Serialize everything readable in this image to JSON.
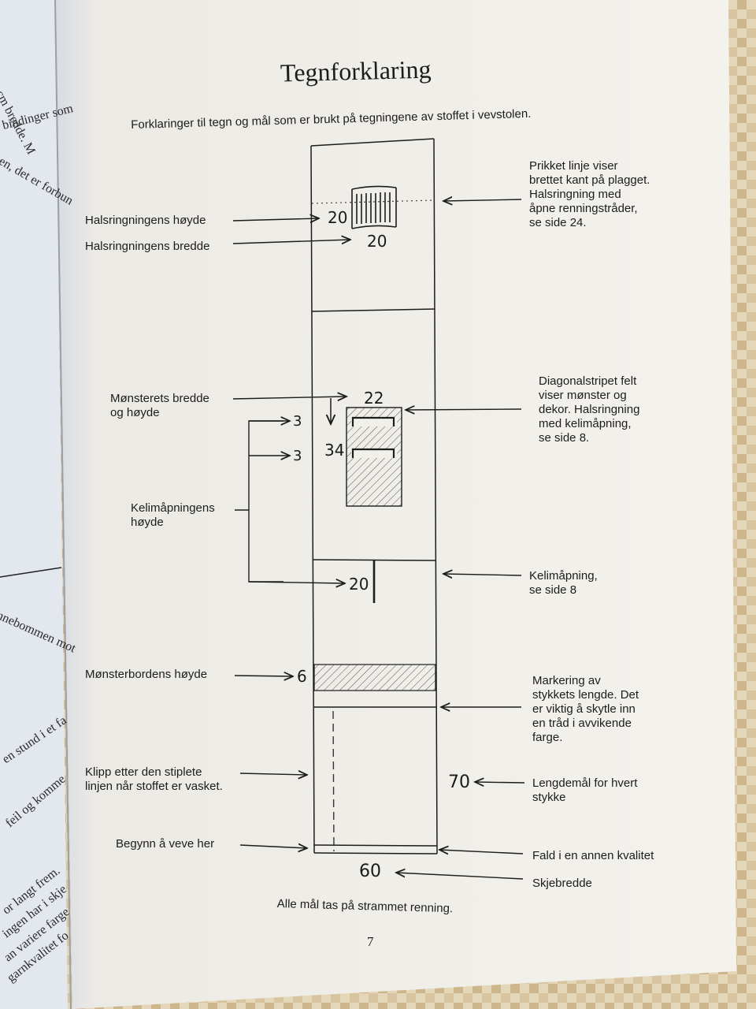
{
  "page": {
    "title": "Tegnforklaring",
    "intro": "Forklaringer til tegn og mål som er brukt på tegningene av stoffet i vevstolen.",
    "footer_note": "Alle mål tas på strammet renning.",
    "page_number": "7"
  },
  "labels_left": {
    "halsringningens_hoyde": "Halsringningens høyde",
    "halsringningens_bredde": "Halsringningens bredde",
    "monsterets_bredde": "Mønsterets bredde\nog høyde",
    "kelimapningens_hoyde": "Kelimåpningens\nhøyde",
    "monsterbordens_hoyde": "Mønsterbordens høyde",
    "klipp": "Klipp etter den stiplete\nlinjen når stoffet er vasket.",
    "begynn": "Begynn å veve her"
  },
  "labels_right": {
    "prikket": "Prikket linje viser\nbrettet kant på plagget.\nHalsringning med\nåpne renningstråder,\nse side 24.",
    "diagonal": "Diagonalstripet felt\nviser mønster og\ndekor. Halsringning\nmed kelimåpning,\nse side 8.",
    "kelimapning": "Kelimåpning,\nse side 8",
    "markering": "Markering av\nstykkets lengde. Det\ner viktig å skytle inn\nen tråd i avvikende\nfarge.",
    "lengdemal": "Lengdemål for hvert\nstykke",
    "fald": "Fald i en annen kvalitet",
    "skjebredde": "Skjebredde"
  },
  "measurements": {
    "neck_height": "20",
    "neck_width": "20",
    "pattern_width": "22",
    "pattern_height": "34",
    "kelim_a": "3",
    "kelim_b": "3",
    "kelim_slit": "20",
    "border_height": "6",
    "piece_length": "70",
    "reed_width": "60"
  },
  "left_page_fragments": [
    "cm bredde. M",
    "bindinger som",
    "en, det er forbun",
    "nnebommen mot",
    "en stund i et fa",
    "feil og komme",
    "or langt frem.",
    "ingen har i skje",
    "an variere farge",
    "garnkvalitet fo"
  ],
  "colors": {
    "paper": "#f3f1ec",
    "ink": "#1c1c1c",
    "left_page": "#e6e9ef",
    "tablecloth": "#d9c7a5"
  }
}
